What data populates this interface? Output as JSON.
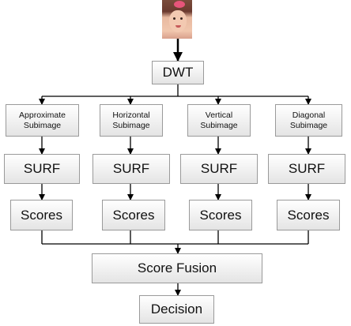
{
  "input_image": {
    "icon": "child-face-photo"
  },
  "nodes": {
    "dwt": "DWT",
    "approximate": "Approximate\nSubimage",
    "horizontal": "Horizontal\nSubimage",
    "vertical": "Vertical\nSubimage",
    "diagonal": "Diagonal\nSubimage",
    "surf": "SURF",
    "scores": "Scores",
    "fusion": "Score Fusion",
    "decision": "Decision"
  },
  "colors": {
    "box_border": "#9a9a9a",
    "box_fill_top": "#ffffff",
    "box_fill_bottom": "#e4e4e4",
    "connector": "#000000"
  }
}
